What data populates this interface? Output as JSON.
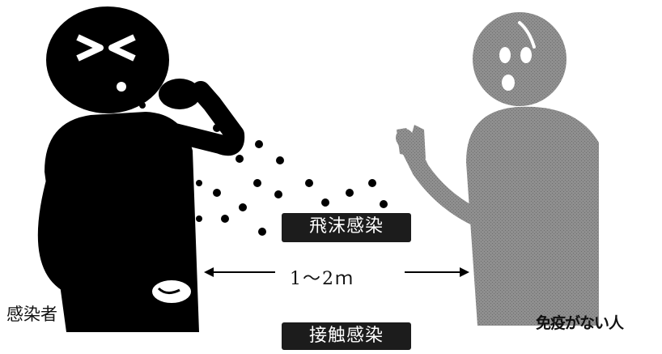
{
  "labels": {
    "droplet_infection": "飛沫感染",
    "contact_infection": "接触感染",
    "distance": "1～2ｍ",
    "infected_person": "感染者",
    "non_immune_person": "免疫がない人"
  },
  "colors": {
    "infected_figure": "#000000",
    "susceptible_figure": "#8a8a8a",
    "label_background": "#1c1c1c",
    "label_text": "#ffffff",
    "droplet": "#000000"
  }
}
